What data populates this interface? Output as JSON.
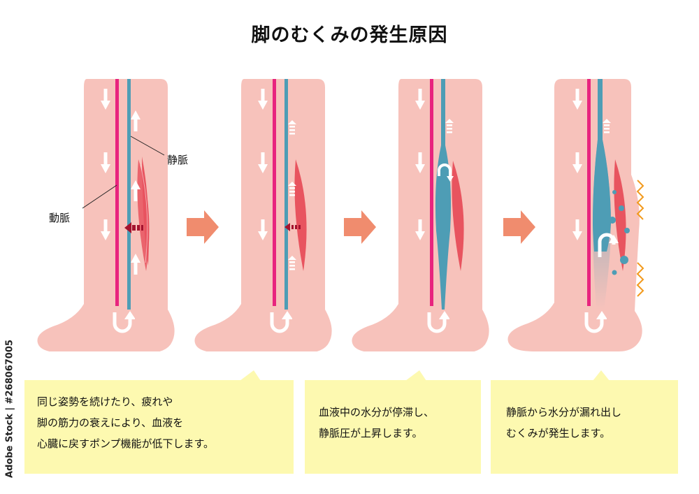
{
  "title": "脚のむくみの発生原因",
  "labels": {
    "vein": "静脈",
    "artery": "動脈"
  },
  "captions": [
    [
      "同じ姿勢を続けたり、疲れや",
      "脚の筋力の衰えにより、血液を",
      "心臓に戻すポンプ機能が低下します。"
    ],
    [
      "血液中の水分が停滞し、",
      "静脈圧が上昇します。"
    ],
    [
      "静脈から水分が漏れ出し",
      "むくみが発生します。"
    ]
  ],
  "side_text": "Adobe Stock | #268067005",
  "colors": {
    "skin": "#f7c2bb",
    "artery": "#e8247e",
    "vein": "#4e9db5",
    "muscle": "#e8545f",
    "caption_bg": "#fdf9b0",
    "step_arrow": "#f08c6e",
    "swelling": "#f29a1d",
    "pump_arrow": "#a3122e"
  },
  "icons": [
    "down-arrow-icon",
    "up-arrow-icon",
    "u-turn-arrow-icon",
    "pump-arrow-icon",
    "step-arrow-icon",
    "fluid-drop-icon",
    "swelling-zigzag-icon"
  ]
}
